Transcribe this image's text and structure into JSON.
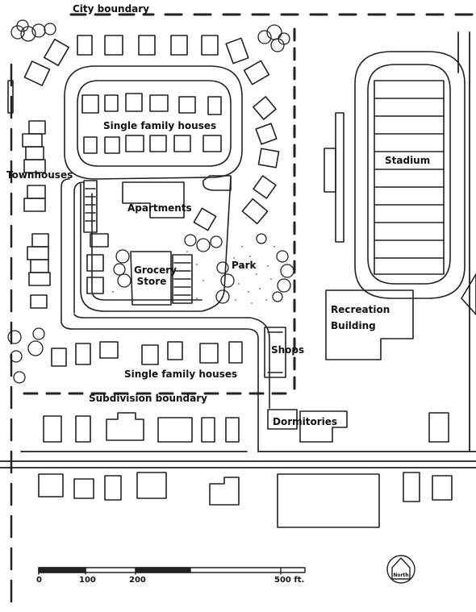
{
  "labels": {
    "city_boundary": "City boundary",
    "single_family_north": "Single family houses",
    "townhouses": "Townhouses",
    "apartments": "Apartments",
    "grocery_store": "Grocery Store",
    "park": "Park",
    "stadium": "Stadium",
    "recreation_building": "Recreation Building",
    "shops": "Shops",
    "single_family_south": "Single family houses",
    "subdivision_boundary": "Subdivision boundary",
    "dormitories": "Dormitories"
  },
  "scale_bar": {
    "ticks": [
      "0",
      "100",
      "200",
      "500 ft."
    ]
  },
  "north_arrow": {
    "label": "North"
  },
  "colors": {
    "ink": "#222222",
    "paper": "#ffffff"
  }
}
